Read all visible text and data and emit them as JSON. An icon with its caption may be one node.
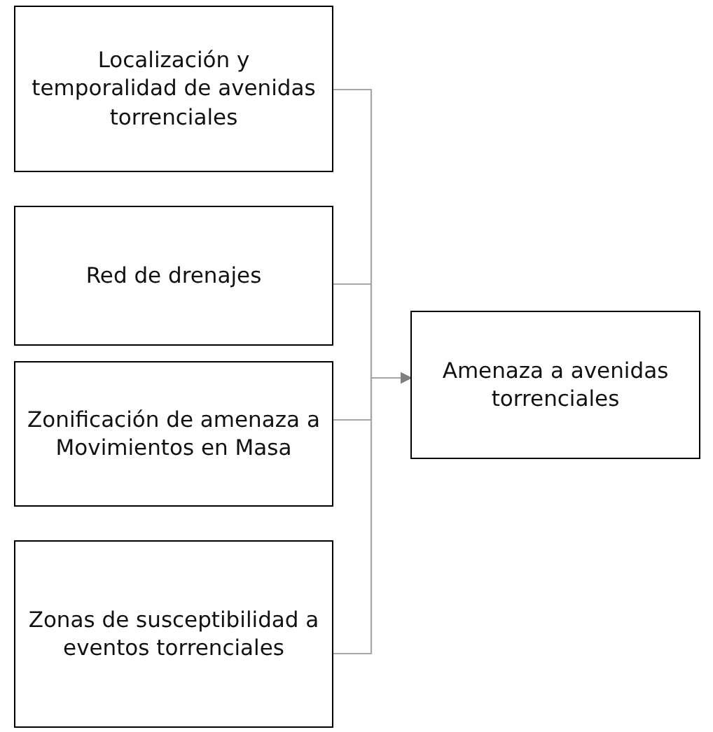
{
  "diagram": {
    "nodes": [
      {
        "text": [
          "Localización y temporalidad de avenidas torrenciales"
        ]
      },
      {
        "text": [
          "Red de drenajes"
        ]
      },
      {
        "text": [
          "Zonificación de amenaza a Movimientos en Masa"
        ]
      },
      {
        "text": [
          "Zonas de susceptibilidad a eventos torrenciales"
        ]
      },
      {
        "text": [
          "Amenaza a avenidas torrenciales"
        ]
      }
    ],
    "edges": [
      {
        "from": 0,
        "to": 4,
        "arrow": "to"
      },
      {
        "from": 1,
        "to": 4,
        "arrow": "to"
      },
      {
        "from": 2,
        "to": 4,
        "arrow": "to"
      },
      {
        "from": 3,
        "to": 4,
        "arrow": "to"
      }
    ]
  }
}
